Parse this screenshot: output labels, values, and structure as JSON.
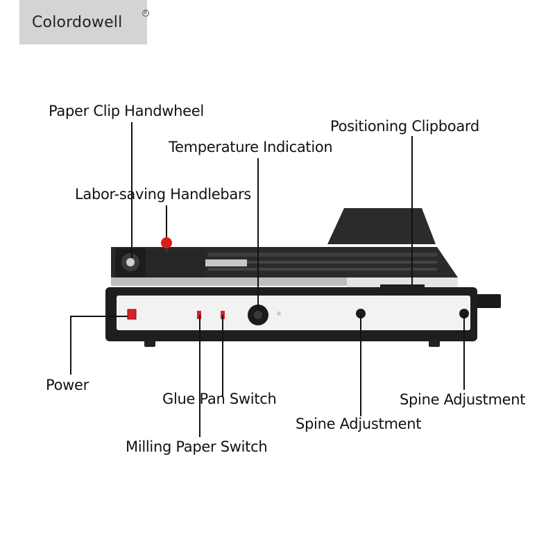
{
  "brand": {
    "name": "Colordowell",
    "registered_mark": "R"
  },
  "labels": {
    "paper_clip_handwheel": "Paper Clip Handwheel",
    "positioning_clipboard": "Positioning Clipboard",
    "temperature_indication": "Temperature Indication",
    "labor_saving_handlebars": "Labor-saving Handlebars",
    "power": "Power",
    "glue_pan_switch": "Glue Pan Switch",
    "milling_paper_switch": "Milling Paper Switch",
    "spine_adjustment_left": "Spine Adjustment",
    "spine_adjustment_right": "Spine Adjustment"
  },
  "colors": {
    "machine_body": "#1e1e1e",
    "panel": "#f2f2f2",
    "switch_red": "#d2232a",
    "handle_knob": "#e01b1b",
    "logo_bg": "#d4d4d4"
  }
}
